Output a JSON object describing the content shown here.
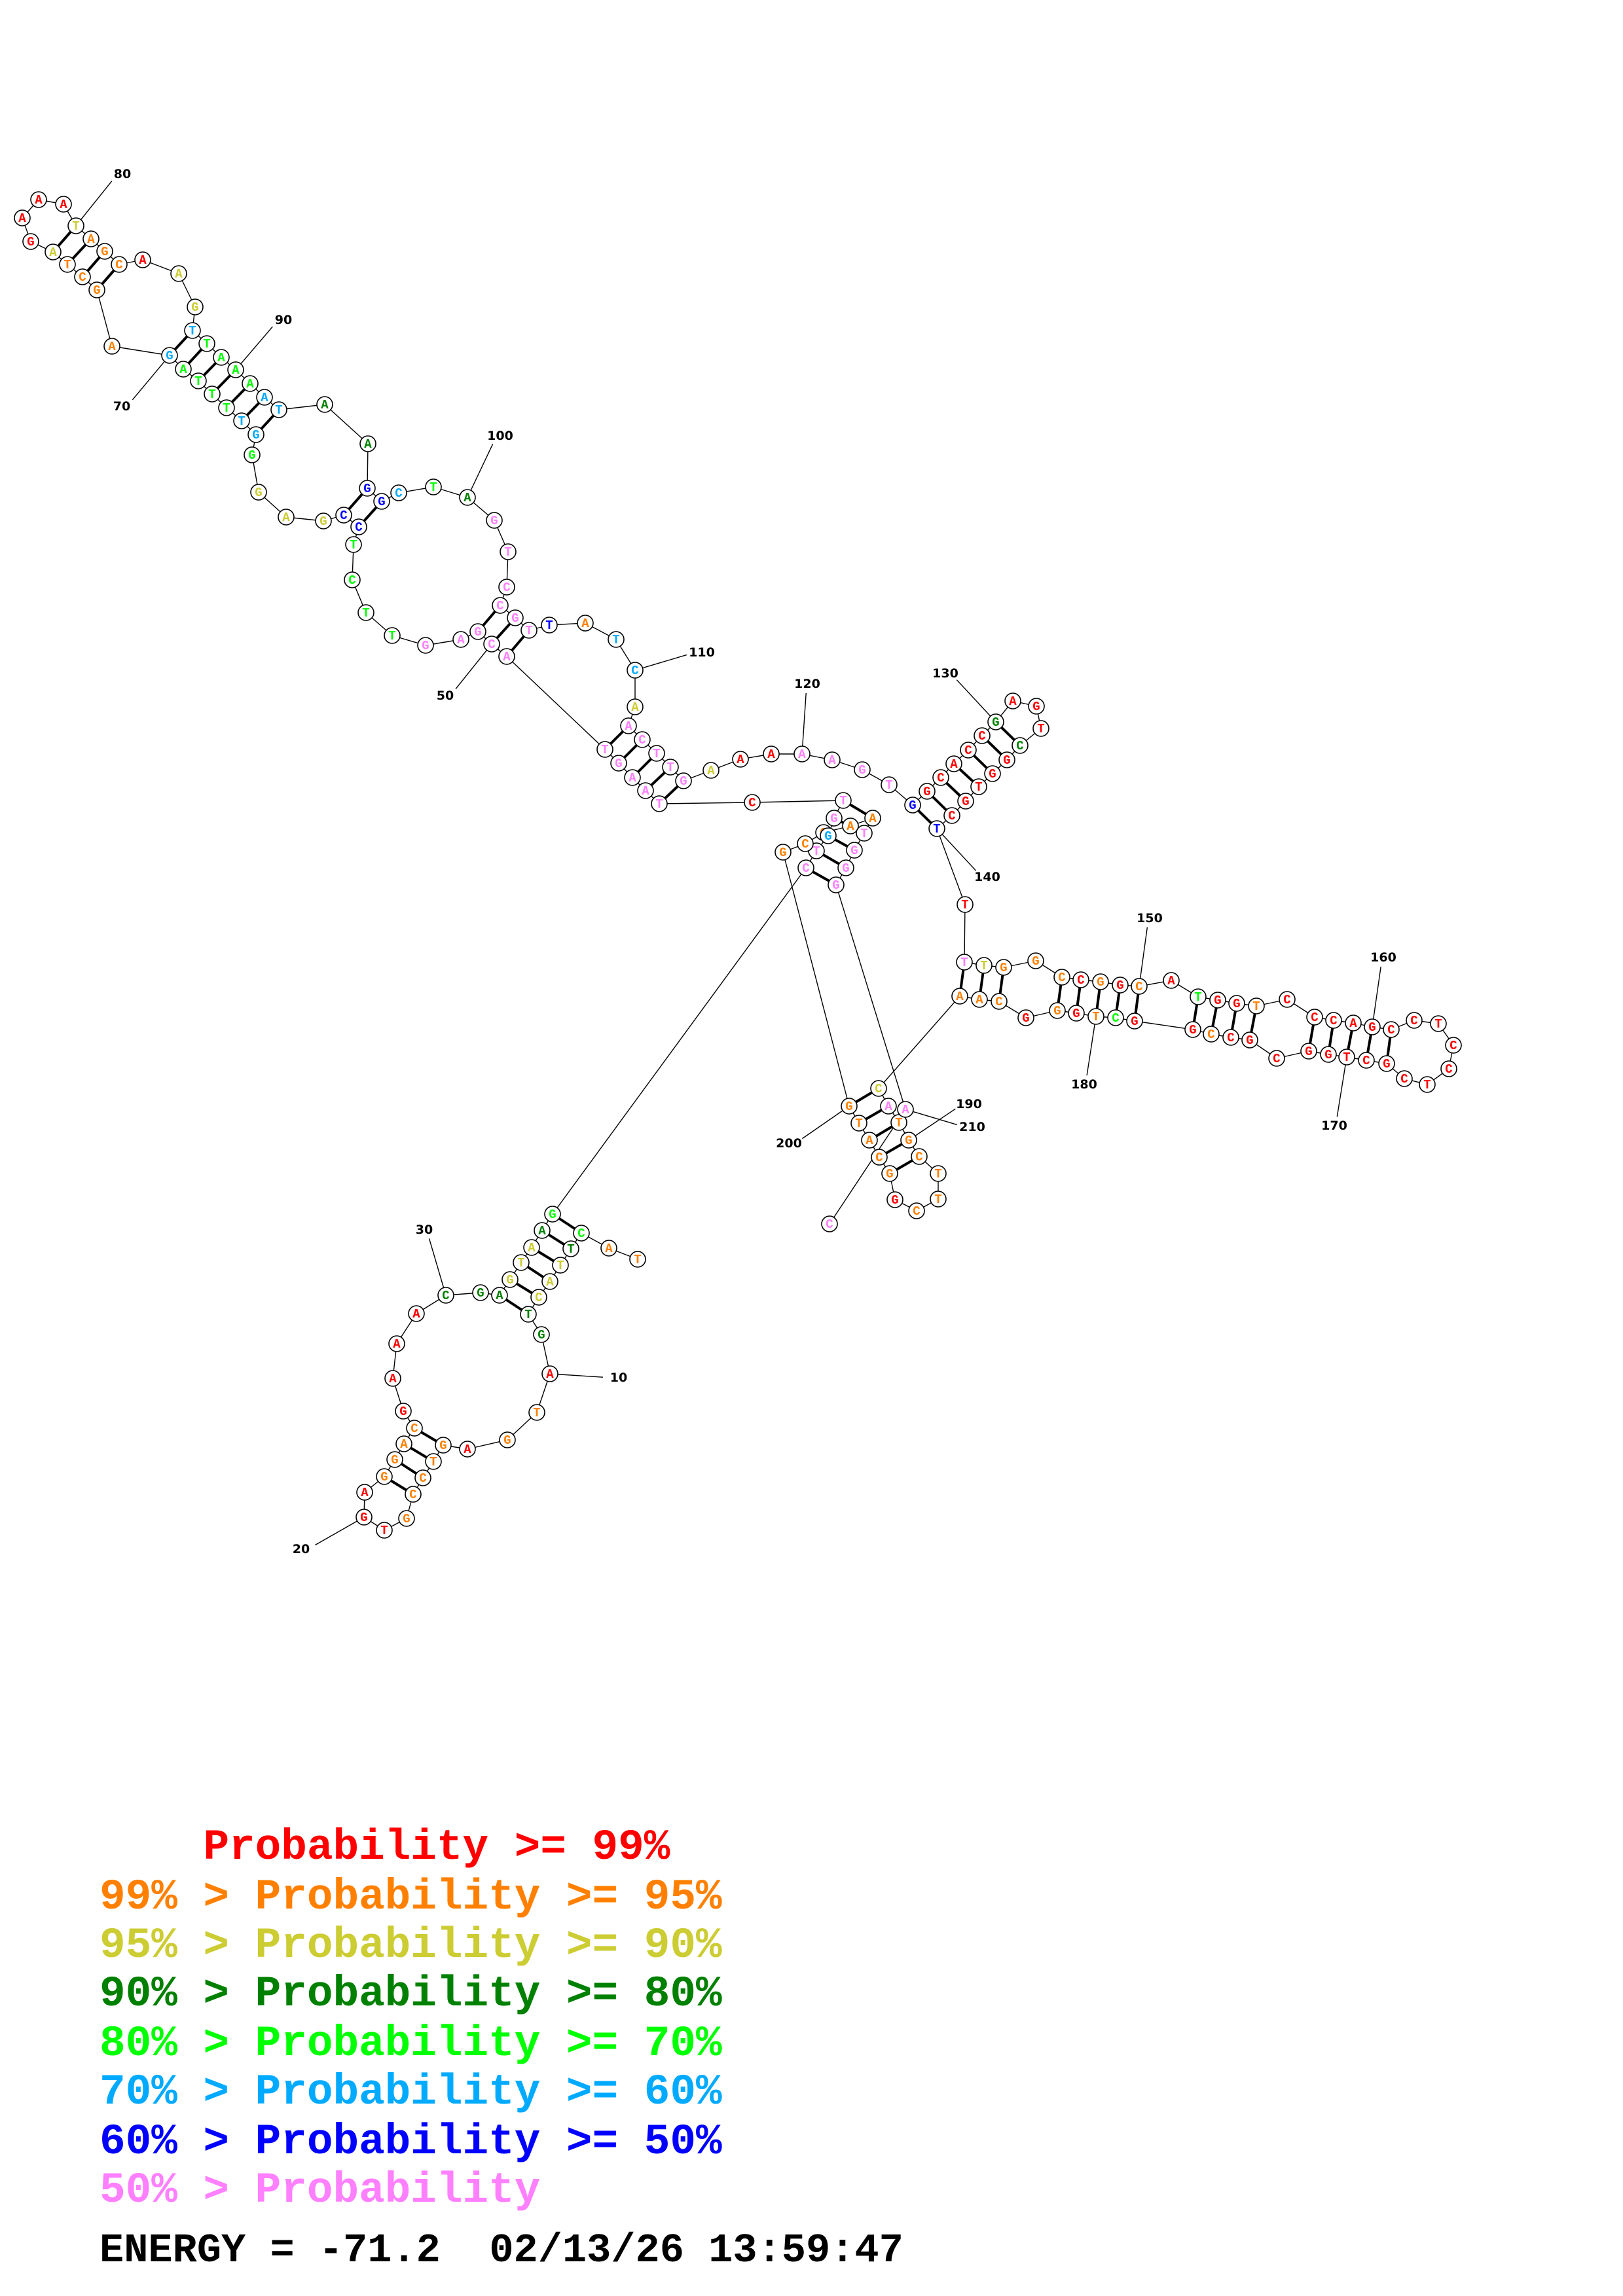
{
  "colors": {
    "r": "#ff0000",
    "o": "#ff8000",
    "y": "#cccc33",
    "d": "#008000",
    "g": "#00ff00",
    "c": "#00aaff",
    "b": "#0000ff",
    "p": "#ff80ff"
  },
  "structure": {
    "sequence": [
      "T",
      "A",
      "C",
      "T",
      "T",
      "A",
      "C",
      "T",
      "G",
      "A",
      "T",
      "G",
      "A",
      "G",
      "T",
      "C",
      "C",
      "G",
      "T",
      "G",
      "A",
      "G",
      "G",
      "A",
      "C",
      "G",
      "A",
      "A",
      "A",
      "C",
      "G",
      "A",
      "G",
      "T",
      "A",
      "A",
      "G",
      "C",
      "T",
      "G",
      "G",
      "T",
      "C",
      "T",
      "A",
      "A",
      "G",
      "T",
      "A",
      "C",
      "G",
      "A",
      "G",
      "T",
      "T",
      "C",
      "T",
      "C",
      "C",
      "G",
      "A",
      "G",
      "G",
      "G",
      "T",
      "T",
      "T",
      "T",
      "A",
      "G",
      "A",
      "G",
      "C",
      "T",
      "A",
      "G",
      "A",
      "A",
      "A",
      "T",
      "A",
      "G",
      "C",
      "A",
      "A",
      "G",
      "T",
      "T",
      "A",
      "A",
      "A",
      "A",
      "T",
      "A",
      "A",
      "G",
      "G",
      "C",
      "T",
      "A",
      "G",
      "T",
      "C",
      "C",
      "G",
      "T",
      "T",
      "A",
      "T",
      "C",
      "A",
      "A",
      "C",
      "T",
      "T",
      "G",
      "A",
      "A",
      "A",
      "A",
      "A",
      "G",
      "T",
      "G",
      "G",
      "C",
      "A",
      "C",
      "C",
      "G",
      "A",
      "G",
      "T",
      "C",
      "G",
      "G",
      "T",
      "G",
      "C",
      "T",
      "T",
      "T",
      "T",
      "G",
      "G",
      "C",
      "C",
      "G",
      "G",
      "C",
      "A",
      "T",
      "G",
      "G",
      "T",
      "C",
      "C",
      "C",
      "A",
      "G",
      "C",
      "C",
      "T",
      "C",
      "C",
      "T",
      "C",
      "G",
      "C",
      "T",
      "G",
      "G",
      "C",
      "G",
      "C",
      "C",
      "G",
      "G",
      "C",
      "T",
      "G",
      "G",
      "G",
      "C",
      "A",
      "A",
      "C",
      "A",
      "T",
      "G",
      "C",
      "T",
      "T",
      "C",
      "G",
      "G",
      "C",
      "A",
      "T",
      "G",
      "G",
      "C",
      "C",
      "A",
      "A",
      "T",
      "G",
      "G",
      "G",
      "A",
      "C"
    ],
    "probability_class": "oogdyyyddroorooooorrroooorrrrdddyyydgppcpprppppppppppggggbbyyygccggggcooooyrrrryoooryycggggccddbbcgdppppppboccypppppyrrppppbrrrrrdrrrdrrrrrbrpyooorororgrrorrrrrrrrrrrrrrrrrrrrorrgororoooypoooooorooooooooooppppppppp",
    "base_pairs": [
      [
        3,
        37
      ],
      [
        4,
        36
      ],
      [
        5,
        35
      ],
      [
        6,
        34
      ],
      [
        7,
        33
      ],
      [
        8,
        32
      ],
      [
        14,
        25
      ],
      [
        15,
        24
      ],
      [
        16,
        23
      ],
      [
        17,
        22
      ],
      [
        38,
        209
      ],
      [
        39,
        208
      ],
      [
        40,
        207
      ],
      [
        41,
        206
      ],
      [
        42,
        205
      ],
      [
        44,
        116
      ],
      [
        45,
        115
      ],
      [
        46,
        114
      ],
      [
        47,
        113
      ],
      [
        48,
        112
      ],
      [
        49,
        106
      ],
      [
        50,
        105
      ],
      [
        51,
        104
      ],
      [
        58,
        97
      ],
      [
        59,
        96
      ],
      [
        64,
        93
      ],
      [
        65,
        92
      ],
      [
        66,
        91
      ],
      [
        67,
        90
      ],
      [
        68,
        89
      ],
      [
        69,
        88
      ],
      [
        70,
        87
      ],
      [
        72,
        83
      ],
      [
        73,
        82
      ],
      [
        74,
        81
      ],
      [
        75,
        80
      ],
      [
        124,
        140
      ],
      [
        125,
        139
      ],
      [
        126,
        138
      ],
      [
        127,
        137
      ],
      [
        128,
        136
      ],
      [
        129,
        135
      ],
      [
        130,
        134
      ],
      [
        142,
        186
      ],
      [
        143,
        185
      ],
      [
        144,
        184
      ],
      [
        146,
        182
      ],
      [
        147,
        181
      ],
      [
        148,
        180
      ],
      [
        149,
        179
      ],
      [
        150,
        178
      ],
      [
        152,
        177
      ],
      [
        153,
        176
      ],
      [
        154,
        175
      ],
      [
        155,
        174
      ],
      [
        157,
        172
      ],
      [
        158,
        171
      ],
      [
        159,
        170
      ],
      [
        160,
        169
      ],
      [
        161,
        168
      ],
      [
        187,
        200
      ],
      [
        188,
        199
      ],
      [
        189,
        198
      ],
      [
        190,
        197
      ],
      [
        191,
        196
      ]
    ],
    "position_labels": [
      "10",
      "20",
      "30",
      "50",
      "70",
      "80",
      "90",
      "100",
      "110",
      "120",
      "130",
      "140",
      "150",
      "160",
      "170",
      "180",
      "190",
      "200",
      "210"
    ]
  },
  "legend": [
    {
      "prefix": "    ",
      "text": "Probability >= 99%",
      "color": "r"
    },
    {
      "prefix": "99% > ",
      "text": "Probability >= 95%",
      "color": "o"
    },
    {
      "prefix": "95% > ",
      "text": "Probability >= 90%",
      "color": "y"
    },
    {
      "prefix": "90% > ",
      "text": "Probability >= 80%",
      "color": "d"
    },
    {
      "prefix": "80% > ",
      "text": "Probability >= 70%",
      "color": "g"
    },
    {
      "prefix": "70% > ",
      "text": "Probability >= 60%",
      "color": "c"
    },
    {
      "prefix": "60% > ",
      "text": "Probability >= 50%",
      "color": "b"
    },
    {
      "prefix": "50% > ",
      "text": "Probability",
      "color": "p"
    }
  ],
  "footer": {
    "energy": "ENERGY = -71.2",
    "timestamp": "02/13/26 13:59:47"
  }
}
